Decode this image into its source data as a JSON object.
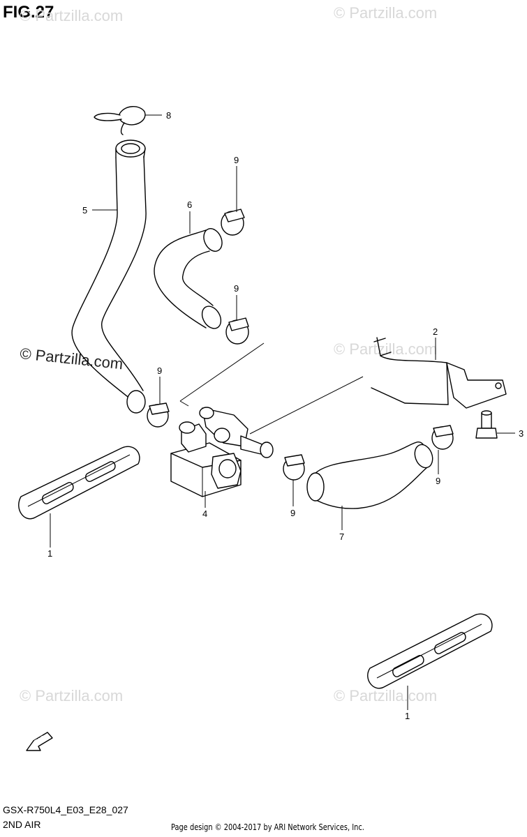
{
  "figure": {
    "title": "FIG.27"
  },
  "footer": {
    "model_code": "GSX-R750L4_E03_E28_027",
    "section_name": "2ND AIR",
    "credit": "Page design © 2004-2017 by ARI Network Services, Inc."
  },
  "watermarks": {
    "main": "© Partzilla.com",
    "faint": "© Partzilla.com"
  },
  "badge": {
    "fwd": "FWD"
  },
  "callouts": {
    "c1a": "1",
    "c1b": "1",
    "c2": "2",
    "c3": "3",
    "c4": "4",
    "c5": "5",
    "c6": "6",
    "c7": "7",
    "c8": "8",
    "c9a": "9",
    "c9b": "9",
    "c9c": "9",
    "c9d": "9",
    "c9e": "9"
  }
}
